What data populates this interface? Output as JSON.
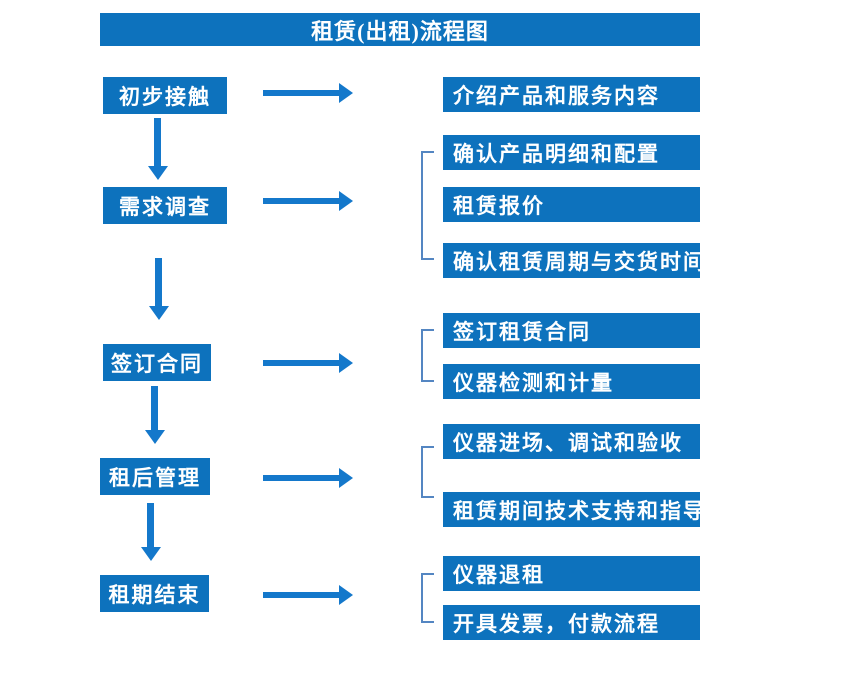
{
  "title": "租赁(出租)流程图",
  "colors": {
    "primary_blue": "#0d72bd",
    "arrow_blue": "#1478cb",
    "bracket_blue": "#5486c2",
    "text_white": "#ffffff"
  },
  "flow": {
    "steps": [
      {
        "label": "初步接触",
        "details": [
          "介绍产品和服务内容"
        ]
      },
      {
        "label": "需求调查",
        "details": [
          "确认产品明细和配置",
          "租赁报价",
          "确认租赁周期与交货时间"
        ]
      },
      {
        "label": "签订合同",
        "details": [
          "签订租赁合同",
          "仪器检测和计量"
        ]
      },
      {
        "label": "租后管理",
        "details": [
          "仪器进场、调试和验收",
          "租赁期间技术支持和指导"
        ]
      },
      {
        "label": "租期结束",
        "details": [
          "仪器退租",
          "开具发票，付款流程"
        ]
      }
    ]
  }
}
